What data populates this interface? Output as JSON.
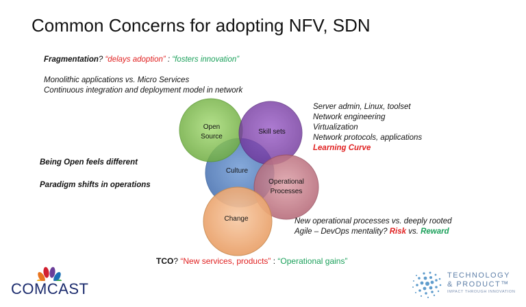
{
  "slide_title": "Common Concerns for adopting NFV, SDN",
  "fragmentation": {
    "label": "Fragmentation",
    "q": "? ",
    "delays": "“delays adoption”",
    "colon": " : ",
    "fosters": "“fosters innovation”"
  },
  "top_lines": [
    "Monolithic applications vs. Micro Services",
    "Continuous integration and deployment model in network"
  ],
  "skills_list": [
    "Server admin, Linux, toolset",
    "Network engineering",
    "Virtualization",
    "Network protocols, applications"
  ],
  "learning_curve": "Learning  Curve",
  "left_notes": [
    "Being Open feels different",
    "Paradigm  shifts in operations"
  ],
  "venn": {
    "open_source": [
      "Open",
      "Source"
    ],
    "skill_sets": "Skill sets",
    "culture": "Culture",
    "operational": [
      "Operational",
      "Processes"
    ],
    "change": "Change",
    "colors": {
      "open_source": "#7cc04a",
      "skill_sets": "#7b3fa8",
      "culture": "#4f7fc0",
      "operational": "#c06a78",
      "change": "#f0a86a"
    }
  },
  "bottom_right": {
    "line1": "New operational processes vs. deeply rooted",
    "line2_prefix": "Agile – DevOps mentality? ",
    "risk": "Risk",
    "vs": " vs. ",
    "reward": "Reward"
  },
  "tco": {
    "label": "TCO",
    "q": "? ",
    "new_services": "“New services, products”",
    "colon": "  : ",
    "gains": "“Operational gains”"
  },
  "logos": {
    "comcast": "COMCAST",
    "tp_line1": "TECHNOLOGY",
    "tp_line2": "& PRODUCT™",
    "tp_line3": "IMPACT THROUGH INNOVATION",
    "peacock_colors": [
      "#f2b21c",
      "#e8741e",
      "#d22030",
      "#6a3d99",
      "#1b6fb5",
      "#3aa64a"
    ]
  }
}
